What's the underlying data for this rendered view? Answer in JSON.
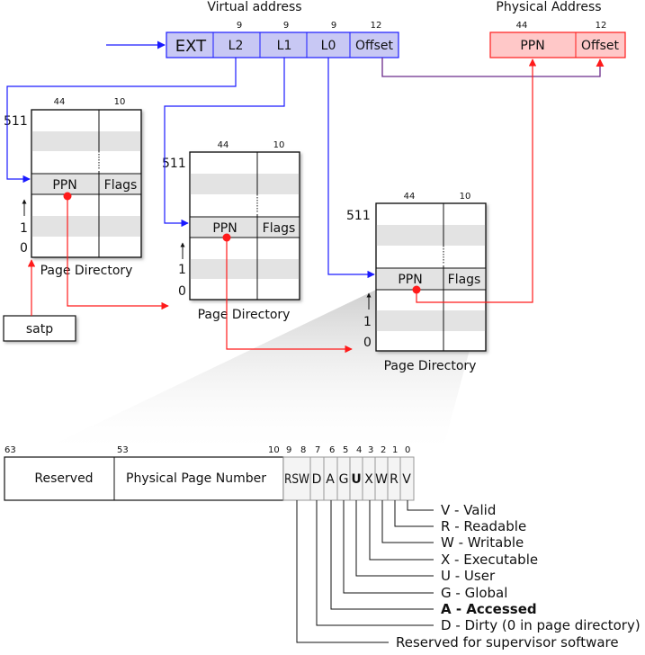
{
  "virtual_address": {
    "title": "Virtual address",
    "fields": [
      {
        "label": "EXT",
        "bits": ""
      },
      {
        "label": "L2",
        "bits": "9"
      },
      {
        "label": "L1",
        "bits": "9"
      },
      {
        "label": "L0",
        "bits": "9"
      },
      {
        "label": "Offset",
        "bits": "12"
      }
    ]
  },
  "physical_address": {
    "title": "Physical Address",
    "fields": [
      {
        "label": "PPN",
        "bits": "44"
      },
      {
        "label": "Offset",
        "bits": "12"
      }
    ]
  },
  "page_tables": [
    {
      "caption": "Page Directory",
      "top_index": "511",
      "index_1": "1",
      "index_0": "0",
      "ppn_bits": "44",
      "flags_bits": "10",
      "ppn_label": "PPN",
      "flags_label": "Flags"
    },
    {
      "caption": "Page Directory",
      "top_index": "511",
      "index_1": "1",
      "index_0": "0",
      "ppn_bits": "44",
      "flags_bits": "10",
      "ppn_label": "PPN",
      "flags_label": "Flags"
    },
    {
      "caption": "Page Directory",
      "top_index": "511",
      "index_1": "1",
      "index_0": "0",
      "ppn_bits": "44",
      "flags_bits": "10",
      "ppn_label": "PPN",
      "flags_label": "Flags"
    }
  ],
  "satp": {
    "label": "satp"
  },
  "pte": {
    "bit_numbers": {
      "b63": "63",
      "b53": "53",
      "b10": "10",
      "b9": "9",
      "b8": "8",
      "b7": "7",
      "b6": "6",
      "b5": "5",
      "b4": "4",
      "b3": "3",
      "b2": "2",
      "b1": "1",
      "b0": "0"
    },
    "reserved": "Reserved",
    "ppn": "Physical Page Number",
    "rsw": "RSW",
    "flags": [
      "D",
      "A",
      "G",
      "U",
      "X",
      "W",
      "R",
      "V"
    ]
  },
  "legend": [
    "V - Valid",
    "R  - Readable",
    "W - Writable",
    "X - Executable",
    "U - User",
    "G - Global",
    "A - Accessed",
    "D - Dirty (0 in page directory)",
    "Reserved for supervisor software"
  ],
  "colors": {
    "blue": "#1a1aff",
    "red": "#ff1a1a",
    "purple": "#6a2a8a",
    "va_fill": "#c8c8f4",
    "pa_fill": "#ffc8c8"
  }
}
